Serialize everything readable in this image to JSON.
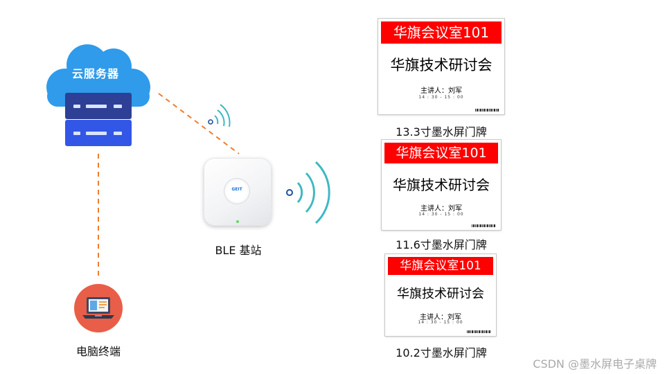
{
  "cloud": {
    "label": "云服务器"
  },
  "station": {
    "label": "BLE 基站",
    "logo": "GEIT"
  },
  "computer": {
    "label": "电脑终端"
  },
  "signs": [
    {
      "room": "华旗会议室101",
      "title": "华旗技术研讨会",
      "speaker": "主讲人：刘军",
      "time": "14 : 30 - 15 : 00",
      "caption": "13.3寸墨水屏门牌"
    },
    {
      "room": "华旗会议室101",
      "title": "华旗技术研讨会",
      "speaker": "主讲人：刘军",
      "time": "14 : 30 - 15 : 00",
      "caption": "11.6寸墨水屏门牌"
    },
    {
      "room": "华旗会议室101",
      "title": "华旗技术研讨会",
      "speaker": "主讲人：刘军",
      "time": "14 : 30 - 15 : 00",
      "caption": "10.2寸墨水屏门牌"
    }
  ],
  "watermark": "CSDN @墨水屏电子桌牌",
  "colors": {
    "cloud": "#2f9bea",
    "link": "#f07c2c",
    "signal": "#3fb7c4",
    "sign_banner": "#ff0000",
    "computer_bg": "#e95e48"
  }
}
